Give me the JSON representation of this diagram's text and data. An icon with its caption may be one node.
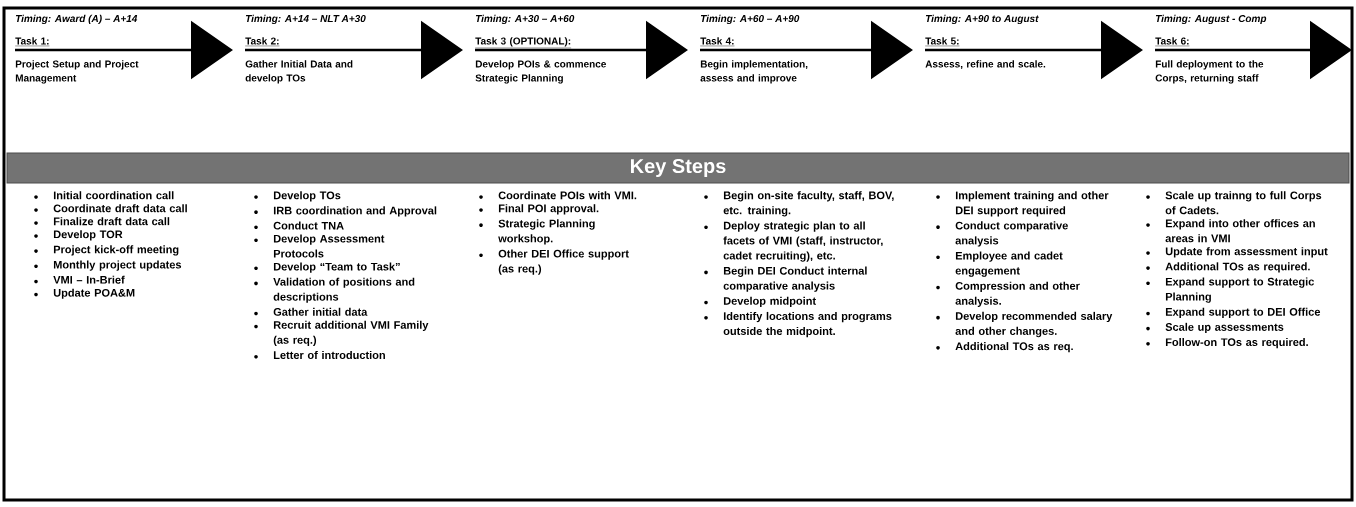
{
  "diagram": {
    "nodes": [
      {
        "text": [
          "Task 1:",
          "Project Setup and Project Management"
        ],
        "beside": [
          "Timing: Award (A) – A+14"
        ]
      },
      {
        "text": [
          "Task 2:",
          "Gather Initial Data and develop TOs"
        ],
        "beside": [
          "Timing: A+14 – NLT A+30"
        ]
      },
      {
        "text": [
          "Task 3 (OPTIONAL):",
          "Develop POIs & commence Strategic Planning"
        ],
        "beside": [
          "Timing: A+30 – A+60"
        ]
      },
      {
        "text": [
          "Task 4:",
          "Begin implementation, assess and improve"
        ],
        "beside": [
          "Timing: A+60 – A+90"
        ]
      },
      {
        "text": [
          "Task 5:",
          "Assess, refine and scale."
        ],
        "beside": [
          "Timing: A+90 to August"
        ]
      },
      {
        "text": [
          "Task 6:",
          "Full deployment to the Corps, returning staff"
        ],
        "beside": [
          "Timing: August - Comp"
        ]
      },
      {
        "text": [
          "Key Steps"
        ]
      }
    ],
    "edges": [
      {
        "from": 0,
        "to": 1,
        "arrow": "to"
      },
      {
        "from": 1,
        "to": 2,
        "arrow": "to"
      },
      {
        "from": 2,
        "to": 3,
        "arrow": "to"
      },
      {
        "from": 3,
        "to": 4,
        "arrow": "to"
      },
      {
        "from": 4,
        "to": 5,
        "arrow": "to"
      },
      {
        "from": 5,
        "to": null,
        "arrow": "to"
      }
    ],
    "labels": [
      "Initial coordination call",
      "Coordinate draft data call",
      "Finalize draft data call",
      "Develop TOR",
      "Project kick-off meeting",
      "Monthly project updates",
      "VMI – In-Brief",
      "Update POA&M",
      "Develop TOs",
      "IRB coordination and Approval",
      "Conduct TNA",
      "Develop Assessment Protocols",
      "Develop “Team to Task”",
      "Validation of positions and descriptions",
      "Gather initial data",
      "Recruit additional VMI Family (as req.)",
      "Letter of introduction",
      "Coordinate POIs with VMI.",
      "Final POI approval.",
      "Strategic Planning workshop.",
      "Other DEI Office support (as req.)",
      "Begin on-site faculty, staff, BOV, etc. training.",
      "Deploy strategic plan to all facets of VMI (staff, instructor, cadet recruiting), etc.",
      "Begin DEI Conduct internal comparative analysis",
      "Develop midpoint",
      "Identify locations and programs outside the midpoint.",
      "Implement training and other DEI support required",
      "Conduct comparative analysis",
      "Employee and cadet engagement",
      "Compression and other analysis.",
      "Develop recommended salary and other changes.",
      "Additional TOs as req.",
      "Scale up trainng to full Corps of Cadets.",
      "Expand into other offices an areas in VMI",
      "Update from assessment input",
      "Additional TOs as required.",
      "Expand support to Strategic Planning",
      "Expand support to DEI Office",
      "Scale up assessments",
      "Follow-on TOs as required."
    ]
  }
}
